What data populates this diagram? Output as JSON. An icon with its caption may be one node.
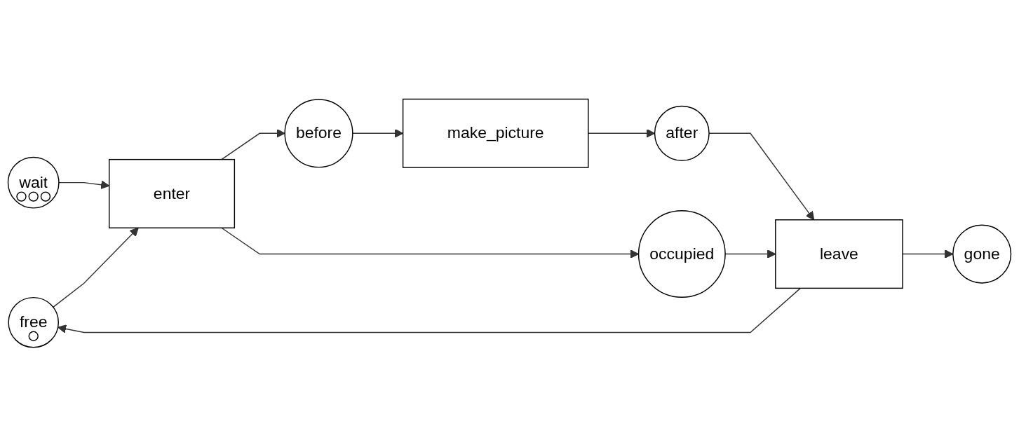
{
  "diagram": {
    "nodes": [
      {
        "text": [
          "free"
        ]
      },
      {
        "text": [
          "wait"
        ]
      },
      {
        "text": [
          "enter"
        ]
      },
      {
        "text": [
          "before"
        ]
      },
      {
        "text": [
          "make_picture"
        ]
      },
      {
        "text": [
          "after"
        ]
      },
      {
        "text": [
          "leave"
        ]
      },
      {
        "text": [
          "gone"
        ]
      },
      {
        "text": [
          "occupied"
        ]
      }
    ],
    "edges": [
      {
        "from": 1,
        "to": 2,
        "arrow": "to"
      },
      {
        "from": 0,
        "to": 2,
        "arrow": "to"
      },
      {
        "from": 2,
        "to": 3,
        "arrow": "to"
      },
      {
        "from": 2,
        "to": 8,
        "arrow": "to"
      },
      {
        "from": 3,
        "to": 4,
        "arrow": "to"
      },
      {
        "from": 4,
        "to": 5,
        "arrow": "to"
      },
      {
        "from": 5,
        "to": 6,
        "arrow": "to"
      },
      {
        "from": 8,
        "to": 6,
        "arrow": "to"
      },
      {
        "from": 6,
        "to": 0,
        "arrow": "to"
      },
      {
        "from": 6,
        "to": 7,
        "arrow": "to"
      }
    ]
  }
}
